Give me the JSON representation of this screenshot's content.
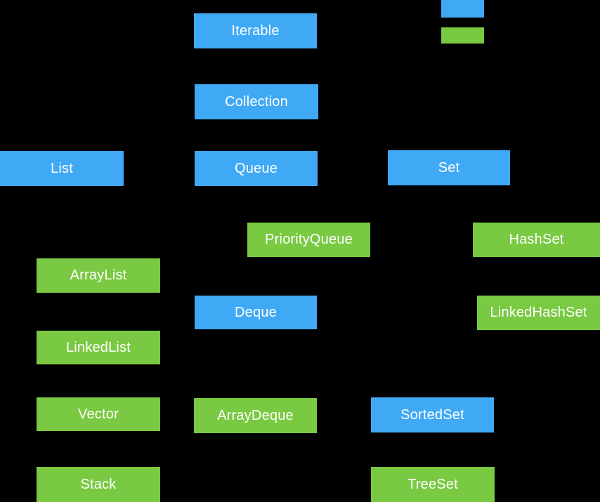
{
  "colors": {
    "background": "#000000",
    "interface_box": "#3FA9F5",
    "class_box": "#7AC943",
    "box_text": "#FFFFFF"
  },
  "legend": {
    "swatches": [
      {
        "name": "interface-swatch",
        "color": "#3FA9F5"
      },
      {
        "name": "class-swatch",
        "color": "#7AC943"
      }
    ]
  },
  "nodes": [
    {
      "label": "Iterable",
      "kind": "interface"
    },
    {
      "label": "Collection",
      "kind": "interface"
    },
    {
      "label": "List",
      "kind": "interface"
    },
    {
      "label": "Queue",
      "kind": "interface"
    },
    {
      "label": "Set",
      "kind": "interface"
    },
    {
      "label": "PriorityQueue",
      "kind": "class"
    },
    {
      "label": "HashSet",
      "kind": "class"
    },
    {
      "label": "ArrayList",
      "kind": "class"
    },
    {
      "label": "Deque",
      "kind": "interface"
    },
    {
      "label": "LinkedHashSet",
      "kind": "class"
    },
    {
      "label": "LinkedList",
      "kind": "class"
    },
    {
      "label": "Vector",
      "kind": "class"
    },
    {
      "label": "ArrayDeque",
      "kind": "class"
    },
    {
      "label": "SortedSet",
      "kind": "interface"
    },
    {
      "label": "Stack",
      "kind": "class"
    },
    {
      "label": "TreeSet",
      "kind": "class"
    }
  ]
}
